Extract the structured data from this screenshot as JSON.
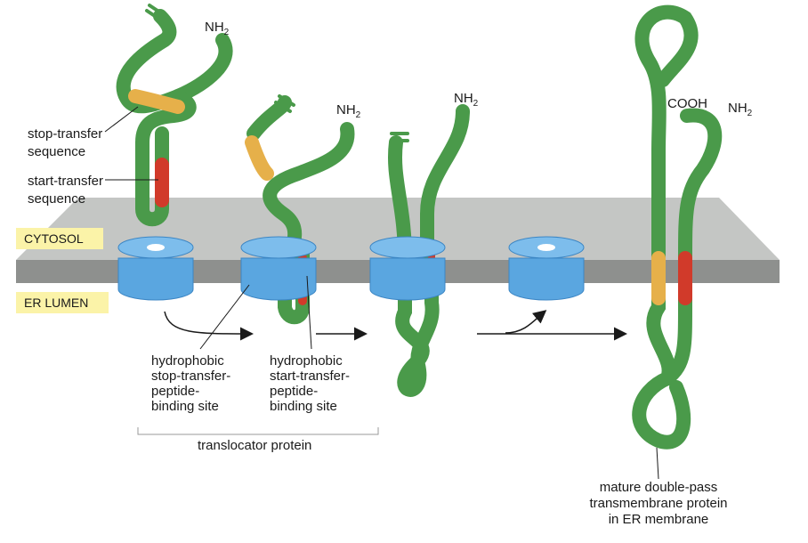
{
  "labels": {
    "stop_transfer": [
      "stop-transfer",
      "sequence"
    ],
    "start_transfer": [
      "start-transfer",
      "sequence"
    ],
    "cytosol": "CYTOSOL",
    "er_lumen": "ER LUMEN",
    "nh2_main": "NH",
    "nh2_sub": "2",
    "cooh": "COOH",
    "hydro_stop": [
      "hydrophobic",
      "stop-transfer-",
      "peptide-",
      "binding site"
    ],
    "hydro_start": [
      "hydrophobic",
      "start-transfer-",
      "peptide-",
      "binding site"
    ],
    "translocator": "translocator protein",
    "mature": [
      "mature double-pass",
      "transmembrane protein",
      "in ER membrane"
    ]
  },
  "colors": {
    "peptide": "#4a9a4a",
    "stop_segment": "#e6b04a",
    "start_segment": "#d13a2a",
    "channel_side": "#5aa6e0",
    "channel_top": "#7dbdec",
    "membrane_top": "#c4c6c4",
    "membrane_front": "#8e908e",
    "tag_bg": "#fbf3a8"
  }
}
